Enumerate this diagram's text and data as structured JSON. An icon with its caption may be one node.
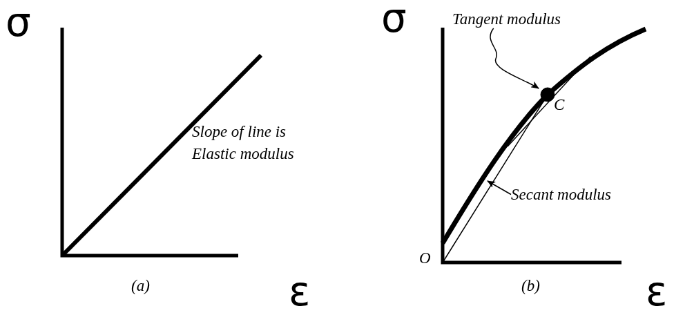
{
  "diagram": {
    "nodes": [
      {
        "text": [
          "Tangent modulus"
        ]
      },
      {
        "text": [
          "Secant modulus"
        ]
      }
    ],
    "edges": [
      {
        "from": 0,
        "to": null,
        "arrow": "to"
      },
      {
        "from": 1,
        "to": null,
        "arrow": "to"
      }
    ],
    "labels": [
      "σ",
      "Slope of line is Elastic modulus",
      "ε",
      "(a)",
      "σ",
      "C",
      "O",
      "ε",
      "(b)"
    ]
  }
}
